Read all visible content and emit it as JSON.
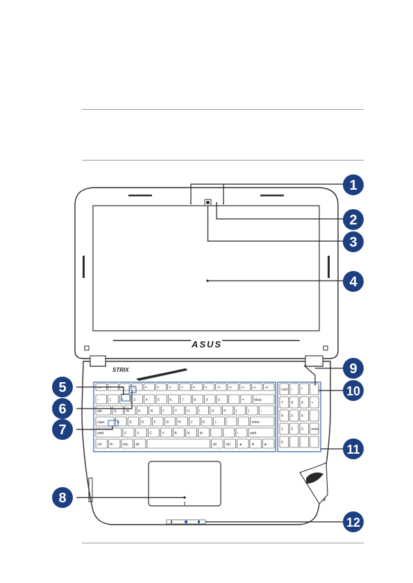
{
  "note_box": {
    "text": ""
  },
  "diagram": {
    "logo_text": "ASUS",
    "strix_text": "STRIX",
    "callouts": [
      {
        "label": "1"
      },
      {
        "label": "2"
      },
      {
        "label": "3"
      },
      {
        "label": "4"
      },
      {
        "label": "5"
      },
      {
        "label": "6"
      },
      {
        "label": "7"
      },
      {
        "label": "8"
      },
      {
        "label": "9"
      },
      {
        "label": "10"
      },
      {
        "label": "11"
      },
      {
        "label": "12"
      }
    ],
    "key_rows": [
      [
        "esc",
        "f1",
        "f2",
        "f3",
        "f4",
        "f5",
        "f6",
        "f7",
        "f8",
        "f9",
        "f10",
        "f11",
        "f12",
        "ins",
        "del"
      ],
      [
        "~",
        "1",
        "2",
        "3",
        "4",
        "5",
        "6",
        "7",
        "8",
        "9",
        "0",
        "-",
        "=",
        "bksp"
      ],
      [
        "tab",
        "Q",
        "W",
        "E",
        "R",
        "T",
        "Y",
        "U",
        "I",
        "O",
        "P",
        "[",
        "]",
        "\\"
      ],
      [
        "caps",
        "A",
        "S",
        "D",
        "F",
        "G",
        "H",
        "J",
        "K",
        "L",
        ";",
        "'",
        "enter"
      ],
      [
        "shift",
        "Z",
        "X",
        "C",
        "V",
        "B",
        "N",
        "M",
        ",",
        ".",
        "/",
        "shift"
      ],
      [
        "ctrl",
        "fn",
        "win",
        "alt",
        "",
        "alt",
        "ctrl",
        "◄",
        "▼",
        "►"
      ]
    ],
    "numpad_rows": [
      [
        "num",
        "/",
        "*",
        "-"
      ],
      [
        "7",
        "8",
        "9",
        "+"
      ],
      [
        "4",
        "5",
        "6",
        ""
      ],
      [
        "1",
        "2",
        "3",
        "enter"
      ],
      [
        "0",
        "",
        ".",
        ""
      ]
    ]
  }
}
